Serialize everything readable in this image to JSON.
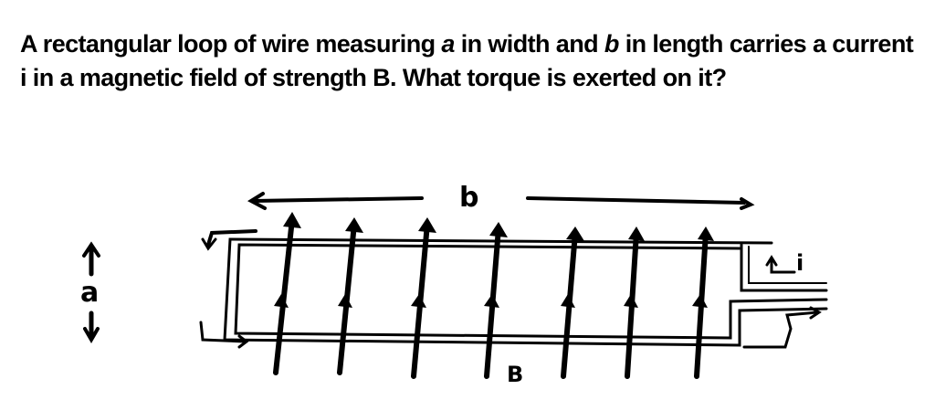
{
  "question": {
    "part1": "A rectangular loop of wire measuring ",
    "var_a": "a",
    "part2": " in width and ",
    "var_b": "b",
    "part3": " in length carries a current i in a magnetic field of strength B.  What torque is exerted on it?"
  },
  "diagram": {
    "label_b": "b",
    "label_a": "a",
    "label_B": "B",
    "label_i": "i",
    "field_line_count": 7
  }
}
